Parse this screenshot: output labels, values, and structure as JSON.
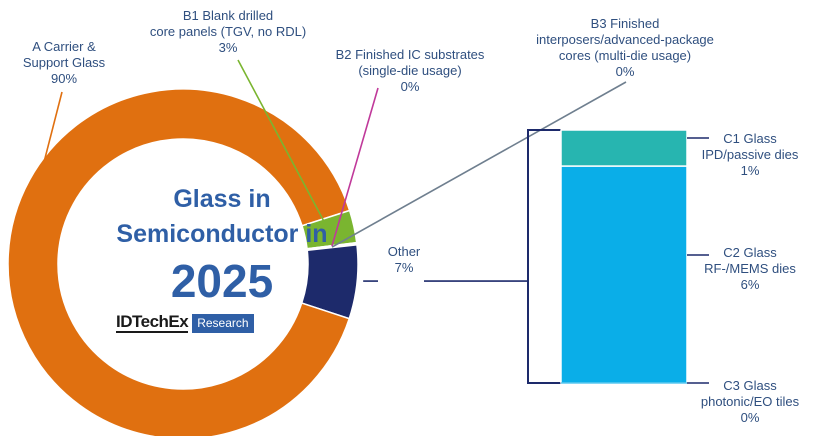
{
  "chart_data": [
    {
      "type": "pie",
      "style": "donut",
      "title_lines": [
        "Glass in",
        "Semiconductor in",
        "2025"
      ],
      "slices": [
        {
          "id": "A",
          "label_lines": [
            "A Carrier &",
            "Support Glass"
          ],
          "value_text": "90%",
          "value": 90,
          "color": "#e07010"
        },
        {
          "id": "B1",
          "label_lines": [
            "B1 Blank drilled",
            "core panels (TGV, no RDL)"
          ],
          "value_text": "3%",
          "value": 3,
          "color": "#7ab530"
        },
        {
          "id": "B2",
          "label_lines": [
            "B2 Finished IC substrates",
            "(single-die usage)"
          ],
          "value_text": "0%",
          "value": 0,
          "color": "#c0399a"
        },
        {
          "id": "B3",
          "label_lines": [
            "B3 Finished",
            "interposers/advanced-package",
            "cores (multi-die usage)"
          ],
          "value_text": "0%",
          "value": 0,
          "color": "#6f7f8f"
        },
        {
          "id": "Other",
          "label_lines": [
            "Other"
          ],
          "value_text": "7%",
          "value": 7,
          "color": "#1d2a6b"
        }
      ]
    },
    {
      "type": "bar",
      "style": "stacked-100",
      "parent": "Other",
      "segments": [
        {
          "id": "C1",
          "label_lines": [
            "C1 Glass",
            "IPD/passive dies"
          ],
          "value_text": "1%",
          "value": 1,
          "color": "#27b5b0"
        },
        {
          "id": "C2",
          "label_lines": [
            "C2 Glass",
            "RF-/MEMS dies"
          ],
          "value_text": "6%",
          "value": 6,
          "color": "#0aaee8"
        },
        {
          "id": "C3",
          "label_lines": [
            "C3 Glass",
            "photonic/EO tiles"
          ],
          "value_text": "0%",
          "value": 0,
          "color": "#0aaee8"
        }
      ]
    }
  ],
  "brand": {
    "name": "IDTechEx",
    "badge": "Research"
  },
  "colors": {
    "title": "#2f5fa6",
    "label_text": "#2f4f7f",
    "connector": "#1d2a6b"
  }
}
